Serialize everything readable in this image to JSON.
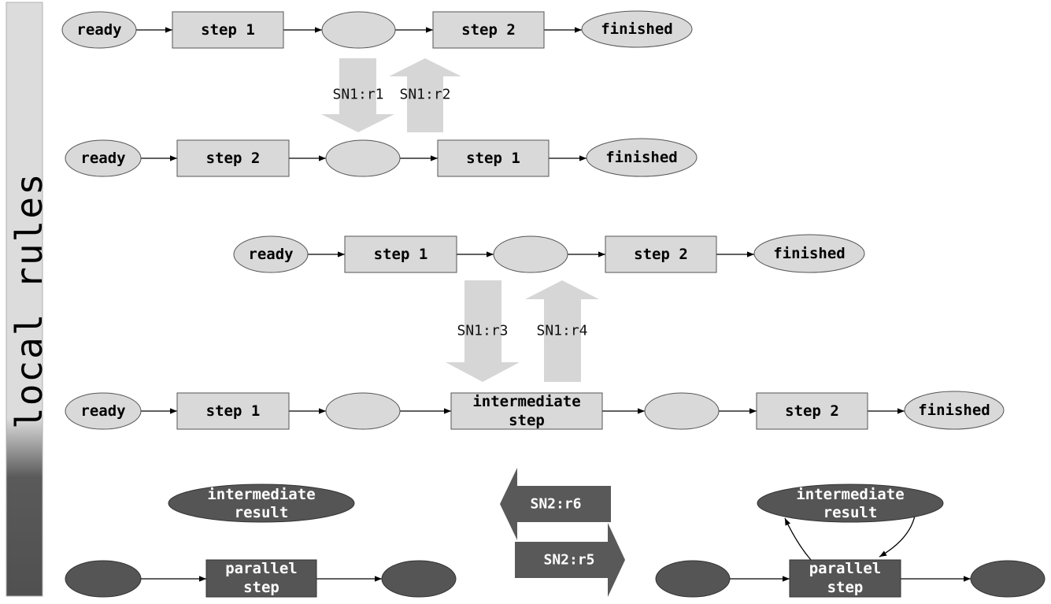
{
  "sidebar": {
    "title": "local rules"
  },
  "colors": {
    "light_fill": "#d9d9d9",
    "dark_fill": "#555555",
    "arrow_fill": "#d6d6d6",
    "dark_arrow_fill": "#595959"
  },
  "labels": {
    "ready": "ready",
    "step1": "step 1",
    "step2": "step 2",
    "finished": "finished",
    "intermediate_step": [
      "intermediate",
      "step"
    ],
    "intermediate_result": [
      "intermediate",
      "result"
    ],
    "parallel_step": [
      "parallel",
      "step"
    ]
  },
  "rules": {
    "r1": "SN1:r1",
    "r2": "SN1:r2",
    "r3": "SN1:r3",
    "r4": "SN1:r4",
    "r5": "SN2:r5",
    "r6": "SN2:r6"
  }
}
